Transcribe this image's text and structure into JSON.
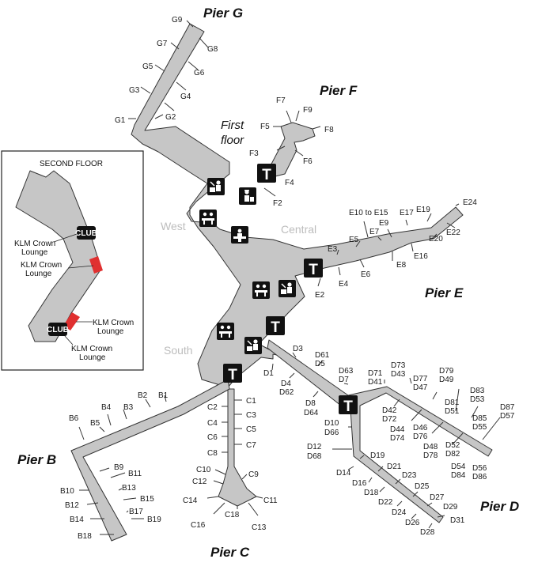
{
  "piers": {
    "g": "Pier G",
    "f": "Pier F",
    "e": "Pier E",
    "d": "Pier D",
    "c": "Pier C",
    "b": "Pier B"
  },
  "zones": {
    "west": "West",
    "central": "Central",
    "south": "South"
  },
  "first_floor": [
    "First",
    "floor"
  ],
  "inset": {
    "title": "SECOND FLOOR",
    "club": "CLUB",
    "lounge_lines": [
      "KLM Crown",
      "Lounge"
    ]
  },
  "terminal_symbol": "T",
  "gates": {
    "g": [
      "G9",
      "G8",
      "G7",
      "G6",
      "G5",
      "G4",
      "G3",
      "G2",
      "G1"
    ],
    "f": [
      "F7",
      "F9",
      "F5",
      "F8",
      "F3",
      "F6",
      "F4",
      "F2"
    ],
    "e": [
      "E10 to E15",
      "E17",
      "E19",
      "E24",
      "E9",
      "E7",
      "E22",
      "E20",
      "E5",
      "E16",
      "E3",
      "E8",
      "E6",
      "E4",
      "E2"
    ],
    "d": [
      "D3",
      "D61",
      "D5",
      "D1",
      "D63",
      "D7",
      "D71",
      "D41",
      "D73",
      "D43",
      "D77",
      "D47",
      "D79",
      "D49",
      "D4",
      "D62",
      "D8",
      "D64",
      "D83",
      "D53",
      "D81",
      "D51",
      "D42",
      "D72",
      "D87",
      "D57",
      "D44",
      "D74",
      "D10",
      "D66",
      "D46",
      "D76",
      "D85",
      "D55",
      "D48",
      "D78",
      "D52",
      "D82",
      "D12",
      "D68",
      "D19",
      "D14",
      "D16",
      "D21",
      "D23",
      "D18",
      "D25",
      "D54",
      "D84",
      "D56",
      "D86",
      "D22",
      "D27",
      "D24",
      "D29",
      "D26",
      "D31",
      "D28"
    ],
    "c": [
      "C1",
      "C2",
      "C3",
      "C4",
      "C5",
      "C6",
      "C7",
      "C8",
      "C10",
      "C9",
      "C12",
      "C14",
      "C11",
      "C18",
      "C16",
      "C13"
    ],
    "b": [
      "B2",
      "B1",
      "B4",
      "B3",
      "B6",
      "B5",
      "B9",
      "B11",
      "B10",
      "B13",
      "B12",
      "B15",
      "B17",
      "B14",
      "B19",
      "B18"
    ]
  }
}
